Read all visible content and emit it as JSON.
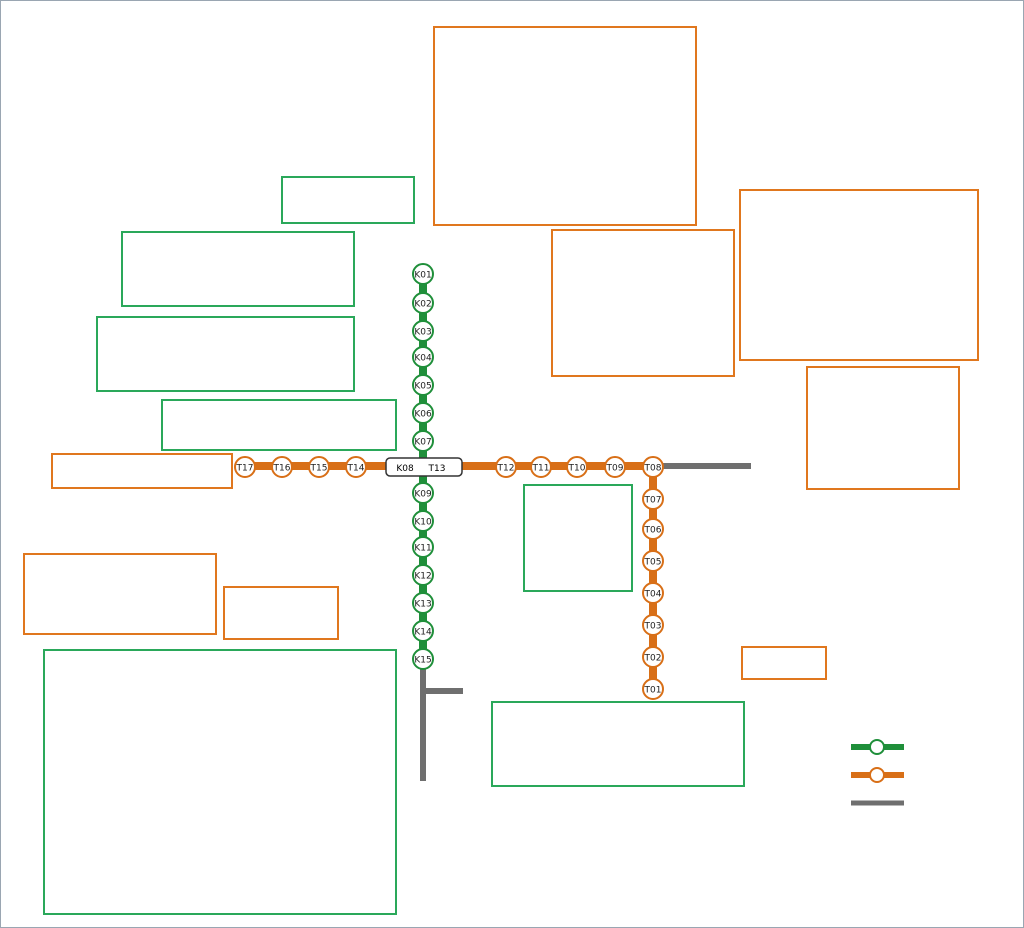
{
  "colors": {
    "karasuma": "#1f8f3a",
    "tozai": "#d86f17",
    "other_line": "#6f6f6f",
    "blue_text": "#2b64c4",
    "orange_text": "#d96a12",
    "green_text": "#1e8a36"
  },
  "karasuma_line": {
    "stations": [
      {
        "code": "K01"
      },
      {
        "code": "K02"
      },
      {
        "code": "K03"
      },
      {
        "code": "K04"
      },
      {
        "code": "K05"
      },
      {
        "code": "K06"
      },
      {
        "code": "K07"
      },
      {
        "code": "K08"
      },
      {
        "code": "K09"
      },
      {
        "code": "K10"
      },
      {
        "code": "K11"
      },
      {
        "code": "K12"
      },
      {
        "code": "K13"
      },
      {
        "code": "K14"
      },
      {
        "code": "K15"
      }
    ]
  },
  "tozai_line": {
    "west_stations": [
      {
        "code": "T17"
      },
      {
        "code": "T16"
      },
      {
        "code": "T15"
      },
      {
        "code": "T14"
      }
    ],
    "transfer": {
      "code": "T13"
    },
    "east_stations": [
      {
        "code": "T12"
      },
      {
        "code": "T11"
      },
      {
        "code": "T10"
      },
      {
        "code": "T09"
      },
      {
        "code": "T08"
      }
    ],
    "south_stations": [
      {
        "code": "T07"
      },
      {
        "code": "T06"
      },
      {
        "code": "T05"
      },
      {
        "code": "T04"
      },
      {
        "code": "T03"
      },
      {
        "code": "T02"
      },
      {
        "code": "T01"
      }
    ]
  }
}
